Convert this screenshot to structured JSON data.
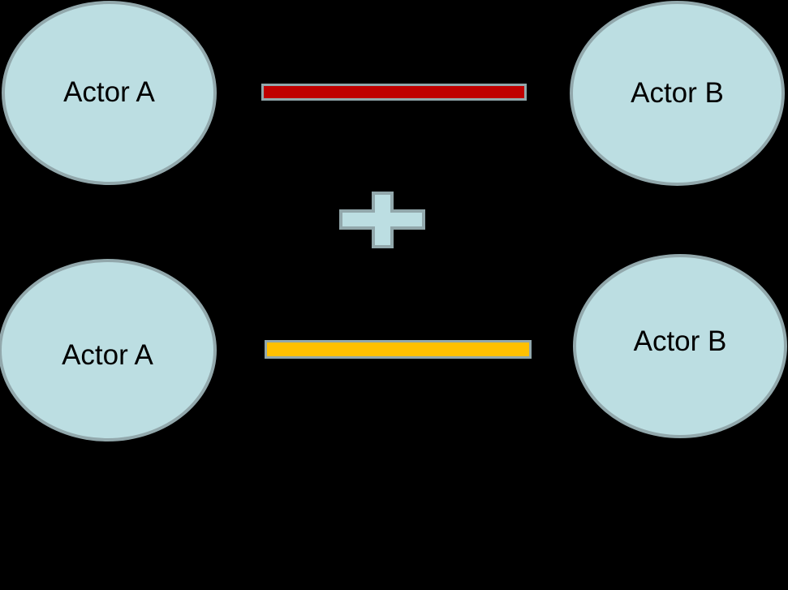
{
  "canvas": {
    "background": "#000000"
  },
  "palette": {
    "node_fill": "#BCDEE2",
    "node_border": "#92A8AC",
    "bar_border": "#92A8AC",
    "red_bar_fill": "#C00000",
    "yellow_bar_fill": "#FFC000",
    "plus_fill": "#BCDEE2",
    "plus_border": "#92A8AC",
    "label_color": "#000000"
  },
  "pairs": {
    "top": {
      "left_actor": {
        "label": "Actor A"
      },
      "right_actor": {
        "label": "Actor B"
      },
      "bar_color": "#C00000"
    },
    "bottom": {
      "left_actor": {
        "label": "Actor A"
      },
      "right_actor": {
        "label": "Actor B"
      },
      "bar_color": "#FFC000"
    }
  },
  "operator": {
    "name": "plus"
  }
}
